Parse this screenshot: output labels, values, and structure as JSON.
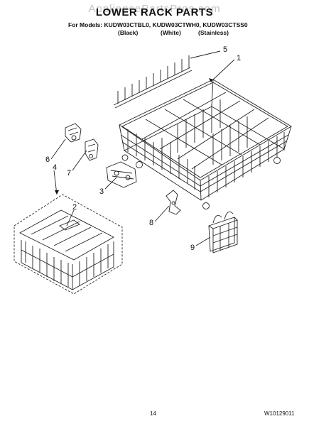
{
  "header": {
    "watermark": "AppliancePartsPros.com",
    "title": "LOWER RACK PARTS",
    "models_line": "For Models: KUDW03CTBL0, KUDW03CTWH0, KUDW03CTSS0",
    "variants": [
      "(Black)",
      "(White)",
      "(Stainless)"
    ]
  },
  "callouts": [
    "1",
    "2",
    "3",
    "4",
    "5",
    "6",
    "7",
    "8",
    "9"
  ],
  "footer": {
    "page_number": "14",
    "doc_number": "W10129011"
  },
  "colors": {
    "ink": "#111111",
    "watermark": "#c4c4c4"
  }
}
